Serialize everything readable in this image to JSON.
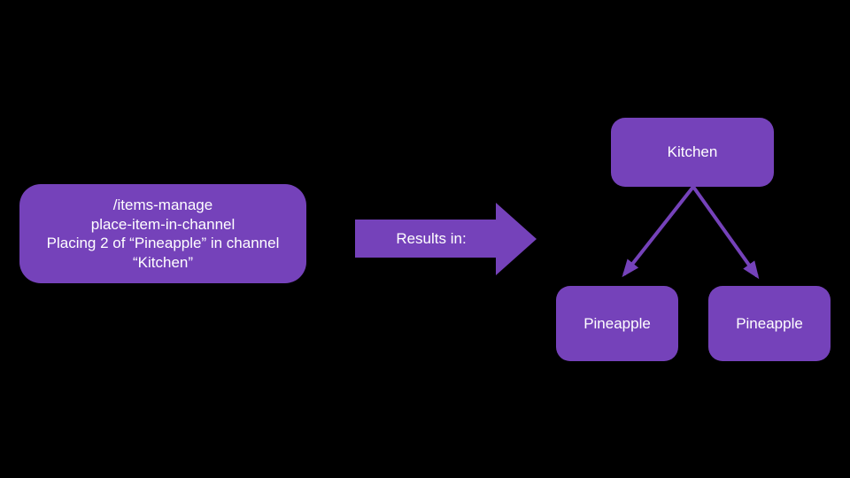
{
  "colors": {
    "background": "#000000",
    "accent": "#7542BA",
    "text": "#FFFFFF"
  },
  "command_card": {
    "lines": [
      "/items-manage",
      "place-item-in-channel",
      "Placing 2 of “Pineapple” in channel",
      "“Kitchen”"
    ]
  },
  "results_arrow": {
    "label": "Results in:"
  },
  "diagram": {
    "parent": {
      "label": "Kitchen"
    },
    "children": [
      {
        "label": "Pineapple"
      },
      {
        "label": "Pineapple"
      }
    ]
  }
}
